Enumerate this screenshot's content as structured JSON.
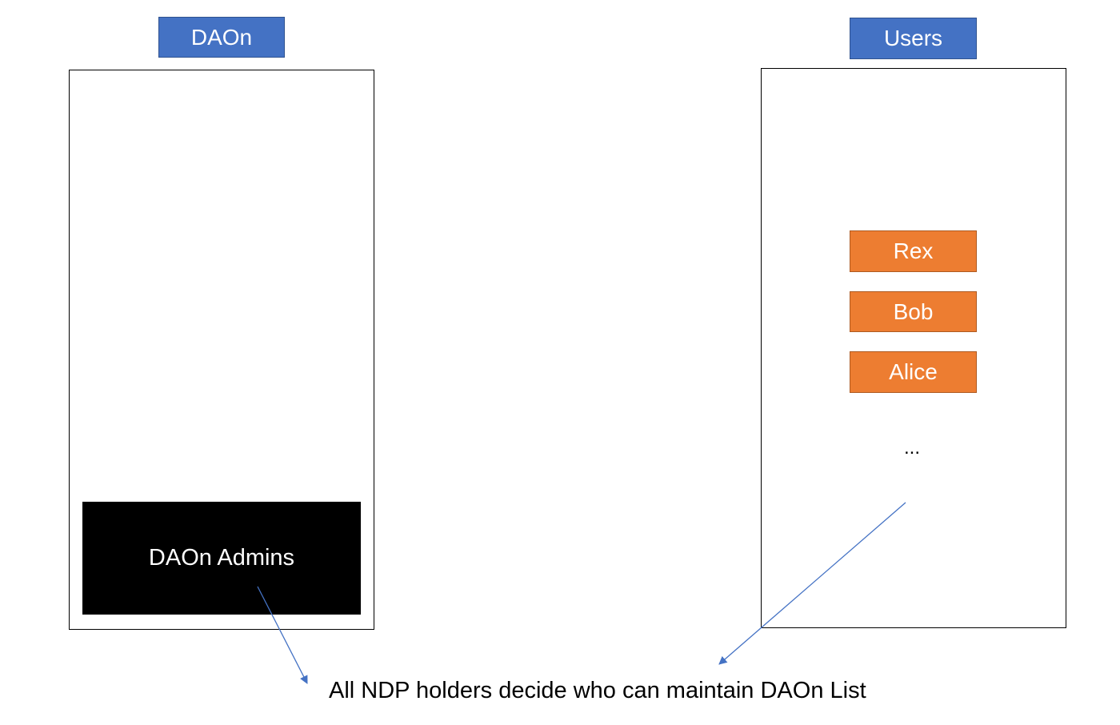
{
  "daon": {
    "title": "DAOn",
    "admins_label": "DAOn Admins"
  },
  "users": {
    "title": "Users",
    "items": [
      {
        "label": "Rex"
      },
      {
        "label": "Bob"
      },
      {
        "label": "Alice"
      }
    ],
    "more": "..."
  },
  "caption": "All NDP holders decide who can maintain DAOn List",
  "colors": {
    "title_fill": "#4472c4",
    "user_fill": "#ed7d31",
    "admin_fill": "#000000",
    "arrow": "#4472c4"
  }
}
